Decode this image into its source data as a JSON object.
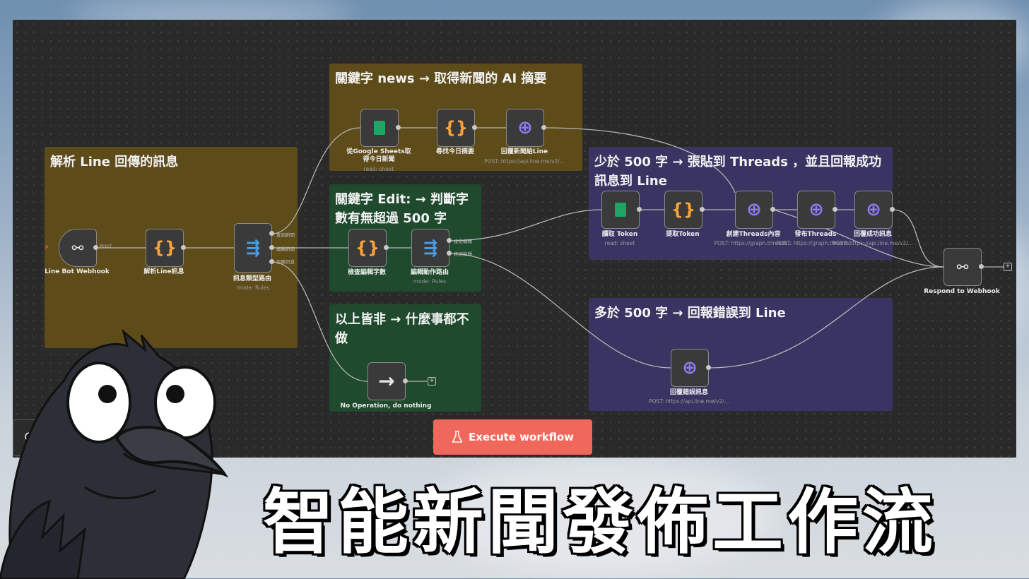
{
  "sticky_notes": [
    {
      "id": "parse",
      "title": "解析 Line 回傳的訊息",
      "color": "#5d4b1a"
    },
    {
      "id": "news",
      "title": "關鍵字 news → 取得新聞的 AI 摘要",
      "color": "#5d4b1a"
    },
    {
      "id": "edit",
      "title": "關鍵字 Edit: → 判斷字數有無超過 500 字",
      "color": "#1f4a2e"
    },
    {
      "id": "noop",
      "title": "以上皆非 → 什麼事都不做",
      "color": "#1f4a2e"
    },
    {
      "id": "post",
      "title": "少於 500 字 → 張貼到 Threads ，並且回報成功訊息到 Line",
      "color": "#3a3462"
    },
    {
      "id": "error",
      "title": "多於 500 字 → 回報錯誤到 Line",
      "color": "#3a3462"
    }
  ],
  "nodes": {
    "webhook": {
      "label": "Line Bot Webhook",
      "icon": "webhook-icon",
      "port_label": "POST"
    },
    "parse_msg": {
      "label": "解析Line訊息",
      "icon": "code-braces-icon"
    },
    "router": {
      "label": "訊息類型路由",
      "sub": "mode: Rules",
      "icon": "switch-icon",
      "outputs": [
        "查詢新聞",
        "編輯新聞",
        "忽略訊息"
      ]
    },
    "sheets_today": {
      "label": "從Google Sheets取得今日新聞",
      "sub": "read: sheet",
      "icon": "google-sheets-icon"
    },
    "find_summary": {
      "label": "尋找今日摘要",
      "icon": "code-braces-icon"
    },
    "reply_news": {
      "label": "回覆新聞給Line",
      "sub": "POST: https://api.line.me/v2/...",
      "icon": "globe-icon"
    },
    "check_count": {
      "label": "檢查編輯字數",
      "icon": "code-braces-icon"
    },
    "edit_router": {
      "label": "編輯動作路由",
      "sub": "mode: Rules",
      "icon": "switch-icon",
      "outputs": [
        "接受編輯",
        "拒絕編輯"
      ]
    },
    "noop": {
      "label": "No Operation, do nothing",
      "icon": "arrow-right-icon"
    },
    "read_token": {
      "label": "讀取 Token",
      "sub": "read: sheet",
      "icon": "google-sheets-icon"
    },
    "extract_token": {
      "label": "提取Token",
      "icon": "code-braces-icon"
    },
    "create_threads": {
      "label": "創建Threads內容",
      "sub": "POST: https://graph.threads...",
      "icon": "globe-icon"
    },
    "publish_threads": {
      "label": "發布Threads",
      "sub": "POST: https://graph.threads...",
      "icon": "globe-icon"
    },
    "reply_success": {
      "label": "回覆成功訊息",
      "sub": "POST: https://api.line.me/v2/...",
      "icon": "globe-icon"
    },
    "reply_error": {
      "label": "回覆錯誤訊息",
      "sub": "POST: https://api.line.me/v2/...",
      "icon": "globe-icon"
    },
    "respond": {
      "label": "Respond to Webhook",
      "icon": "webhook-icon"
    }
  },
  "execute_button": {
    "label": "Execute workflow",
    "icon": "flask-icon",
    "color": "#f0675b"
  },
  "zoom_button": {
    "icon": "zoom-in-icon"
  },
  "title": "智能新聞發佈工作流",
  "colors": {
    "node_border": "#8a8a8a",
    "wire": "#b5b5b5",
    "code_orange": "#f7a23b",
    "switch_blue": "#4a9ee8",
    "globe_purple": "#8a7cf0",
    "sheets_green": "#1fa463"
  }
}
